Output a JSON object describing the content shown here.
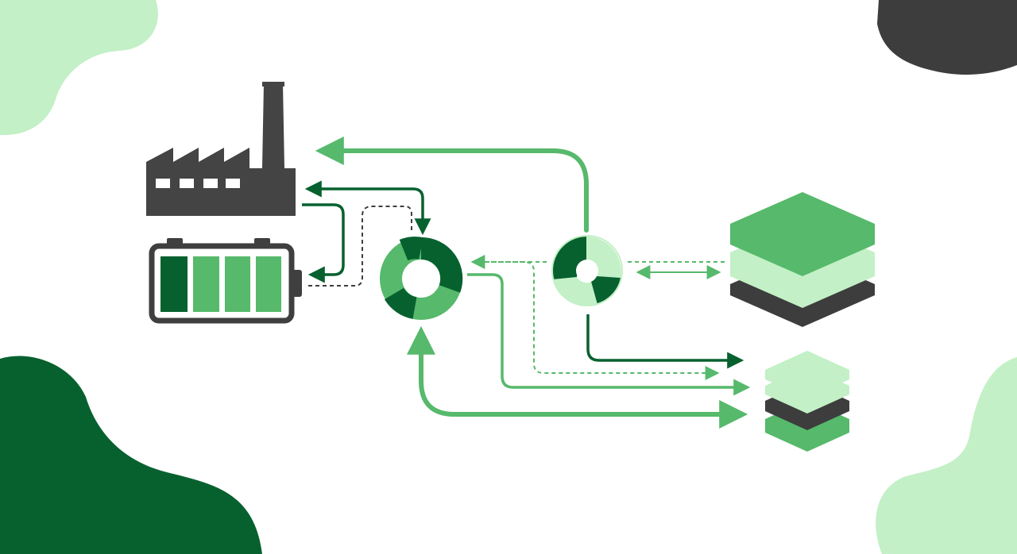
{
  "colors": {
    "background": "#ffffff",
    "dark_green": "#07612f",
    "mid_green": "#56b96b",
    "light_green": "#c3f0c6",
    "charcoal": "#3d3d3d",
    "factory_gray": "#444444",
    "battery_outline": "#3f3f3f"
  },
  "nodes": [
    {
      "name": "factory",
      "icon": "factory-icon"
    },
    {
      "name": "battery",
      "icon": "battery-icon",
      "charge_cells": 4,
      "filled_cells": 4
    },
    {
      "name": "hub-primary",
      "icon": "donut-ring-icon"
    },
    {
      "name": "hub-secondary",
      "icon": "segmented-ring-icon"
    },
    {
      "name": "storage-large",
      "icon": "layered-stack-icon"
    },
    {
      "name": "storage-small",
      "icon": "layered-stack-icon"
    }
  ],
  "connections": [
    {
      "from": "hub-secondary",
      "to": "factory",
      "style": "solid",
      "color": "mid_green"
    },
    {
      "from": "factory",
      "to": "hub-primary",
      "style": "solid",
      "color": "dark_green",
      "bidirectional": true
    },
    {
      "from": "factory",
      "to": "battery",
      "style": "solid",
      "color": "dark_green"
    },
    {
      "from": "battery",
      "to": "hub-primary",
      "style": "dashed",
      "color": "charcoal"
    },
    {
      "from": "hub-secondary",
      "to": "hub-primary",
      "style": "dashed",
      "color": "mid_green"
    },
    {
      "from": "hub-secondary",
      "to": "storage-large",
      "style": "dashed",
      "color": "mid_green",
      "bidirectional": true
    },
    {
      "from": "hub-secondary",
      "to": "storage-small",
      "style": "solid",
      "color": "dark_green"
    },
    {
      "from": "hub-primary",
      "to": "storage-small",
      "style": "solid",
      "color": "mid_green"
    },
    {
      "from": "hub-primary",
      "to": "storage-small",
      "style": "dashed",
      "color": "mid_green"
    },
    {
      "from": "storage-small",
      "to": "hub-primary",
      "style": "solid",
      "color": "mid_green",
      "bidirectional": true
    }
  ]
}
